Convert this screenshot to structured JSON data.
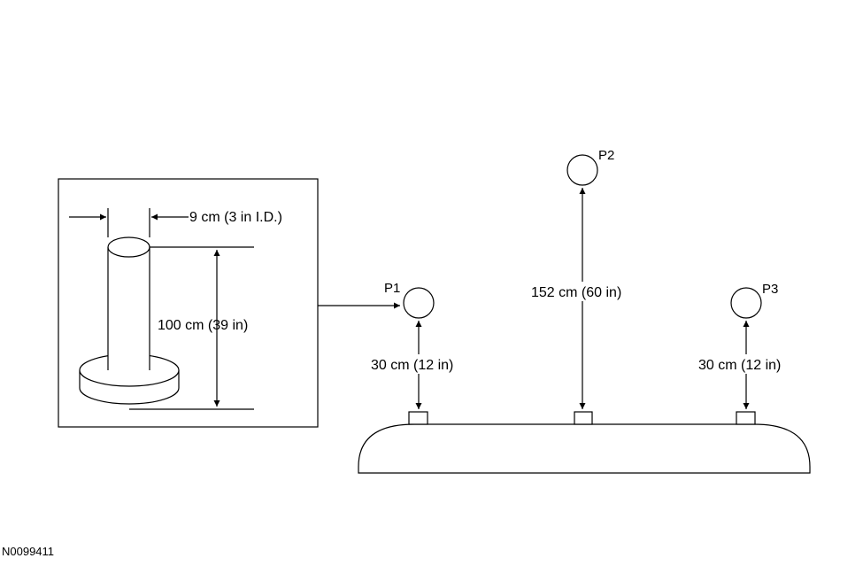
{
  "inset": {
    "diameter_label": "9 cm (3 in I.D.)",
    "height_label": "100 cm (39 in)"
  },
  "points": {
    "p1_label": "P1",
    "p2_label": "P2",
    "p3_label": "P3"
  },
  "distances": {
    "p1_label": "30 cm (12 in)",
    "p2_label": "152 cm (60 in)",
    "p3_label": "30 cm (12 in)"
  },
  "figure_id": "N0099411"
}
